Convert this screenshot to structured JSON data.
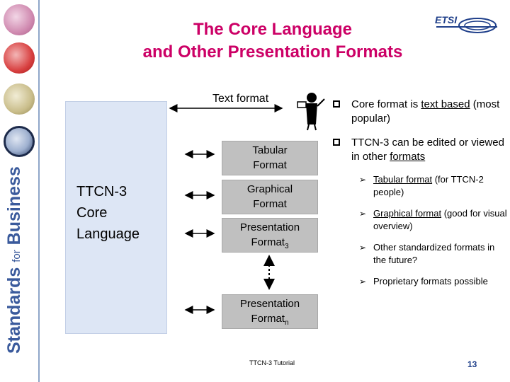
{
  "title": {
    "line1": "The Core Language",
    "line2": "and Other Presentation Formats"
  },
  "logo": {
    "text": "ETSI"
  },
  "brand": {
    "part1": "Standards ",
    "part2": "for",
    "part3": " Business"
  },
  "core_box": {
    "line1": "TTCN-3",
    "line2": "Core",
    "line3": "Language"
  },
  "text_format_label": "Text format",
  "formats": [
    {
      "line1": "Tabular",
      "line2": "Format",
      "sub": ""
    },
    {
      "line1": "Graphical",
      "line2": "Format",
      "sub": ""
    },
    {
      "line1": "Presentation",
      "line2": "Format",
      "sub": "3"
    },
    {
      "line1": "Presentation",
      "line2": "Format",
      "sub": "n"
    }
  ],
  "bullets": [
    {
      "pre": "Core format is ",
      "link": "text based",
      "post": " (most popular)"
    },
    {
      "pre": "TTCN-3 can be edited or viewed in other ",
      "link": "formats",
      "post": ""
    }
  ],
  "sub_bullets": [
    {
      "link": "Tabular format",
      "post": " (for TTCN-2 people)"
    },
    {
      "link": "Graphical format",
      "post": " (good for visual overview)"
    },
    {
      "link": "",
      "post": "Other standardized formats in the future?"
    },
    {
      "link": "",
      "post": "Proprietary formats possible"
    }
  ],
  "footer": "TTCN-3 Tutorial",
  "page_number": "13",
  "colors": {
    "title": "#cc0066",
    "core_box": "#dde6f5",
    "format_box": "#c0c0c0",
    "brand": "#3a5a9c"
  }
}
